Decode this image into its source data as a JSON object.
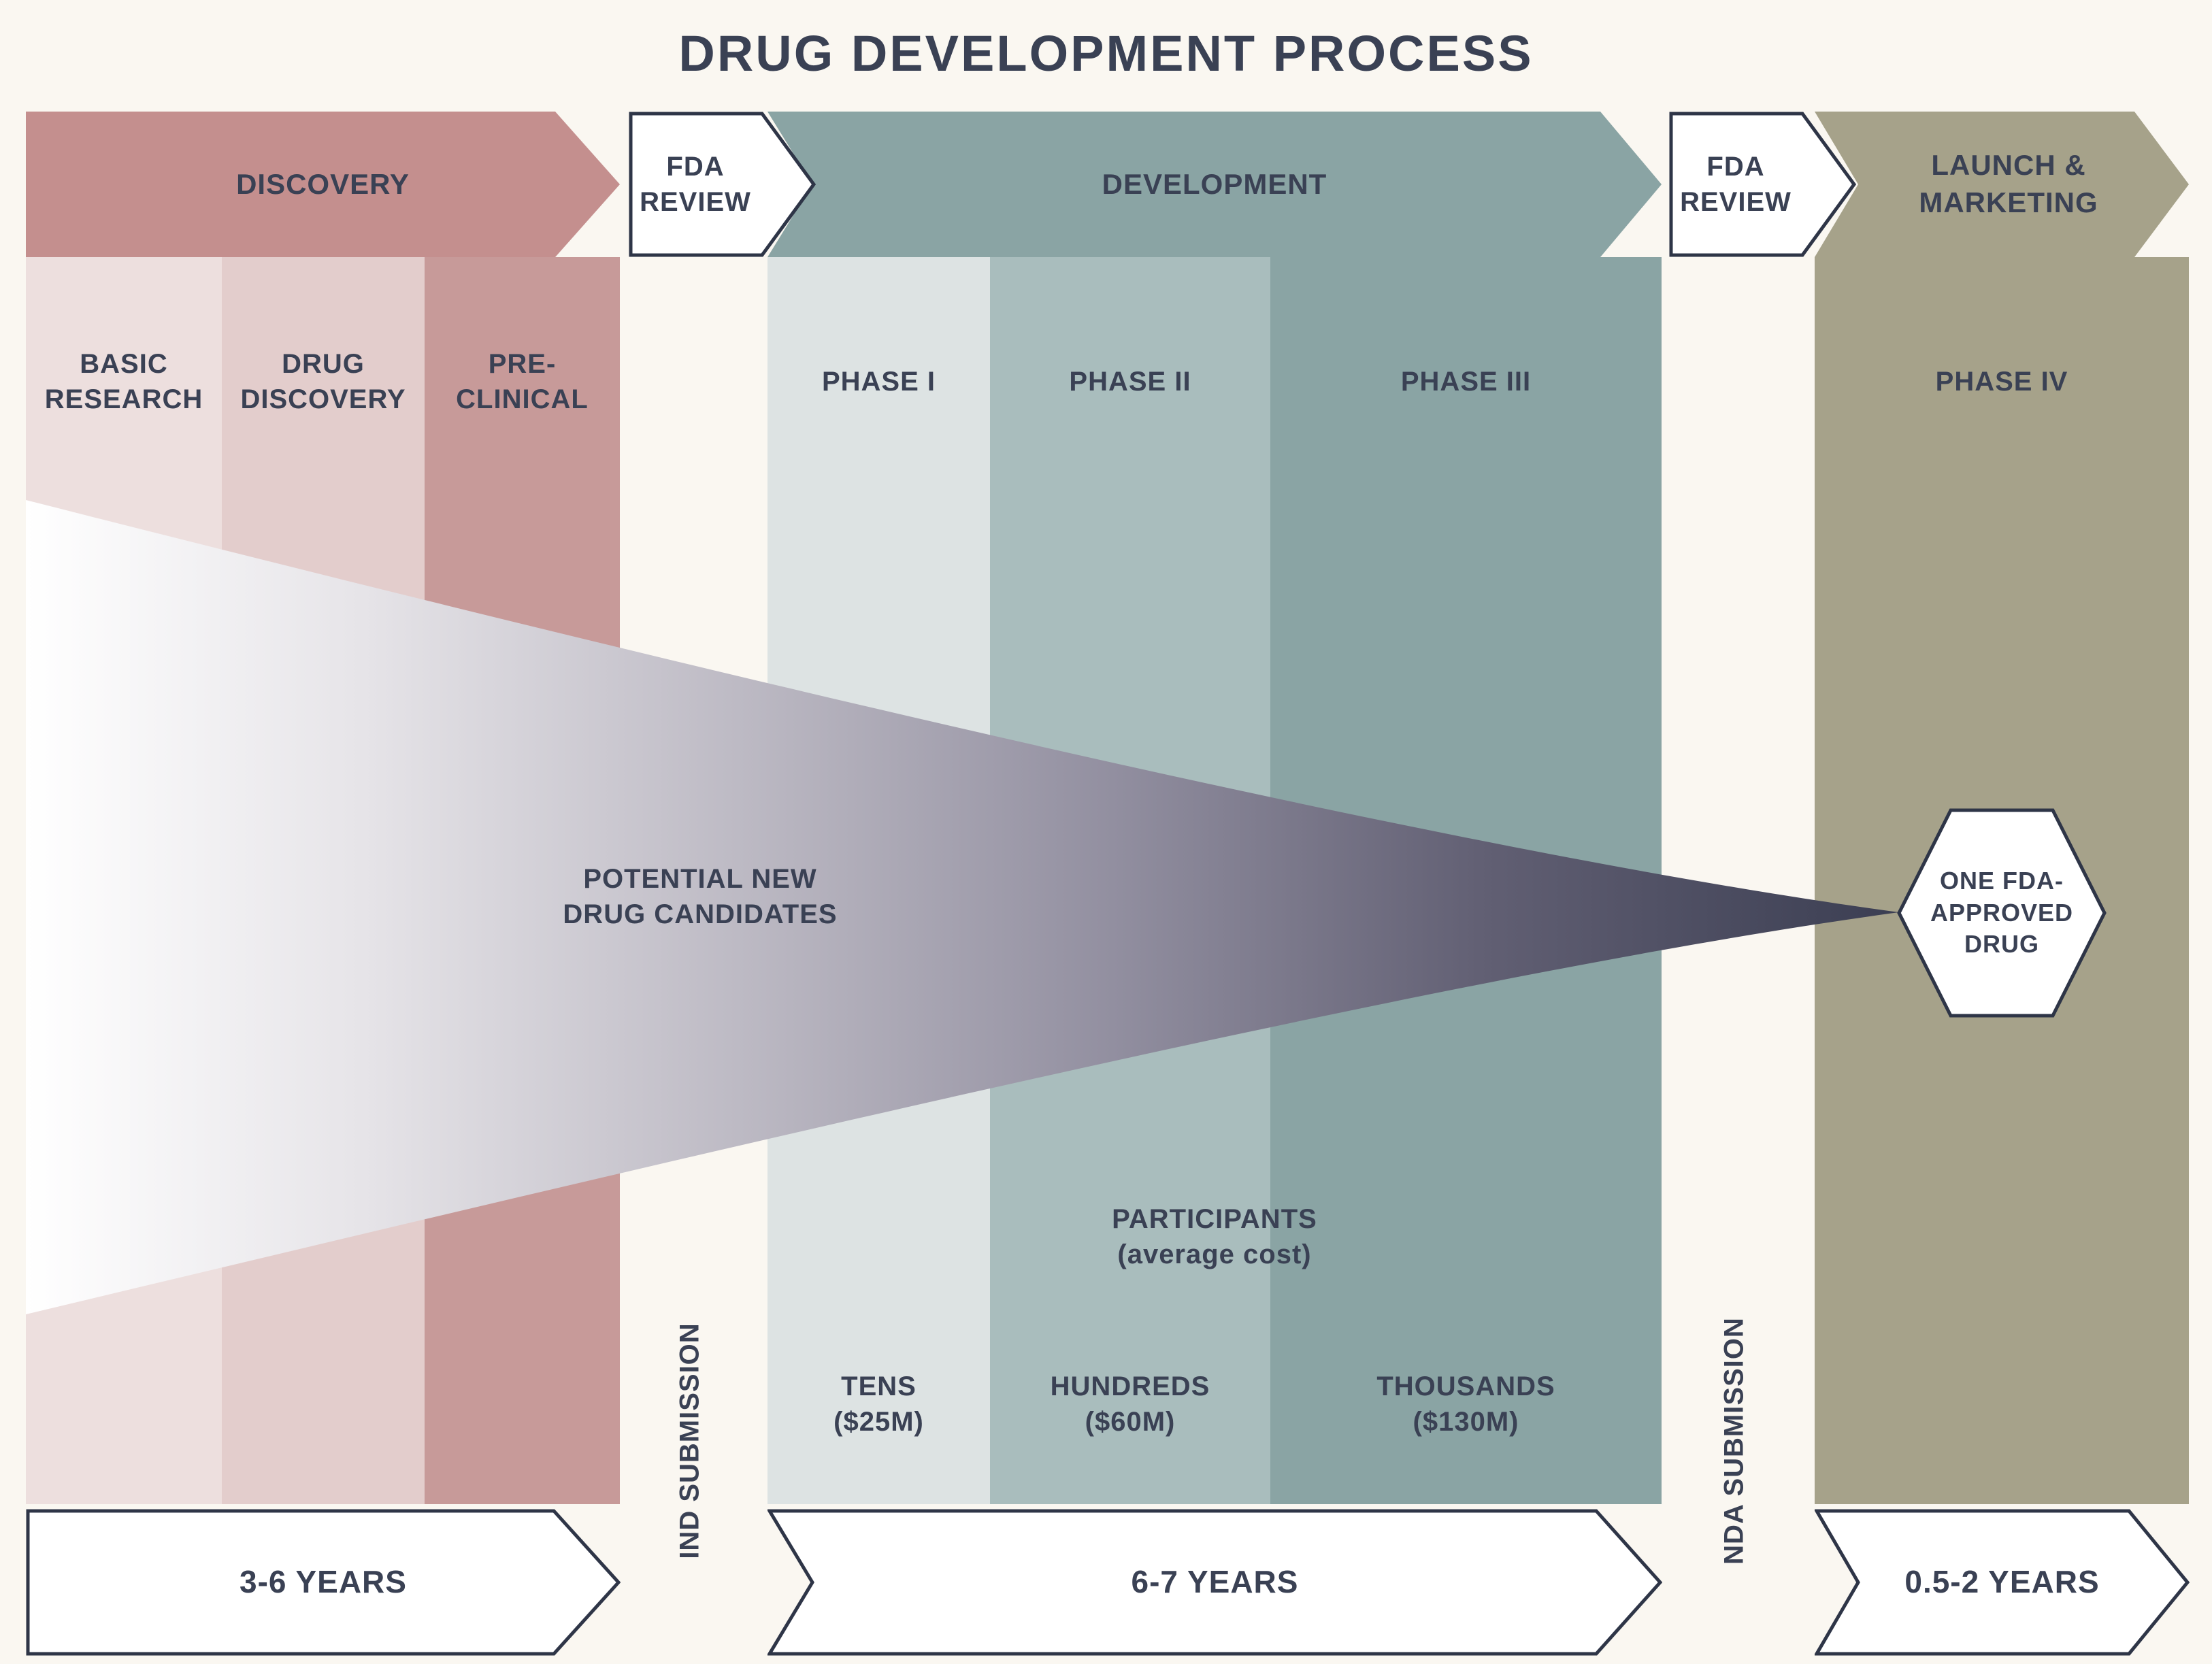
{
  "title": "DRUG DEVELOPMENT PROCESS",
  "stages": {
    "discovery": "DISCOVERY",
    "fda_review_1": "FDA REVIEW",
    "development": "DEVELOPMENT",
    "fda_review_2": "FDA REVIEW",
    "launch": "LAUNCH & MARKETING"
  },
  "columns": {
    "basic_research": "BASIC RESEARCH",
    "drug_discovery": "DRUG DISCOVERY",
    "pre_clinical": "PRE-CLINICAL",
    "phase1": "PHASE I",
    "phase2": "PHASE II",
    "phase3": "PHASE III",
    "phase4": "PHASE IV"
  },
  "funnel": {
    "label": "POTENTIAL NEW DRUG CANDIDATES"
  },
  "approved": {
    "label": "ONE FDA-APPROVED DRUG"
  },
  "participants": {
    "title": "PARTICIPANTS",
    "subtitle": "(average cost)"
  },
  "costs": {
    "phase1": {
      "count": "TENS",
      "cost": "($25M)"
    },
    "phase2": {
      "count": "HUNDREDS",
      "cost": "($60M)"
    },
    "phase3": {
      "count": "THOUSANDS",
      "cost": "($130M)"
    }
  },
  "submissions": {
    "ind": "IND SUBMISSION",
    "nda": "NDA SUBMISSION"
  },
  "durations": {
    "discovery": "3-6 YEARS",
    "development": "6-7 YEARS",
    "launch": "0.5-2 YEARS"
  },
  "colors": {
    "background": "#FAF7F1",
    "text": "#3A4154",
    "outline": "#2E3547",
    "discovery_arrow": "#C48F8E",
    "development_arrow": "#8AA4A4",
    "launch_arrow": "#A6A28A",
    "basic_research_col": "#EDDFDE",
    "drug_discovery_col": "#E3CDCC",
    "pre_clinical_col": "#C79A99",
    "phase1_col": "#DDE3E3",
    "phase2_col": "#A9BDBD",
    "phase3_col": "#8AA4A4",
    "phase4_col": "#A6A28A",
    "funnel_start": "#FFFFFF",
    "funnel_end": "#3B3E52"
  }
}
